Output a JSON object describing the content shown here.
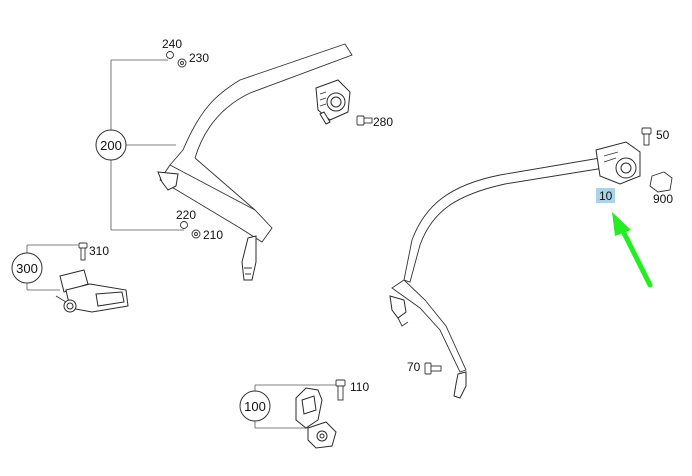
{
  "callouts": {
    "p240": "240",
    "p230": "230",
    "p280": "280",
    "p200": "200",
    "p220": "220",
    "p210": "210",
    "p310": "310",
    "p300": "300",
    "p50": "50",
    "p10": "10",
    "p900": "900",
    "p70": "70",
    "p110": "110",
    "p100": "100"
  },
  "colors": {
    "highlight": "#a8d4e6",
    "arrow": "#22ee22",
    "line": "#333333"
  }
}
